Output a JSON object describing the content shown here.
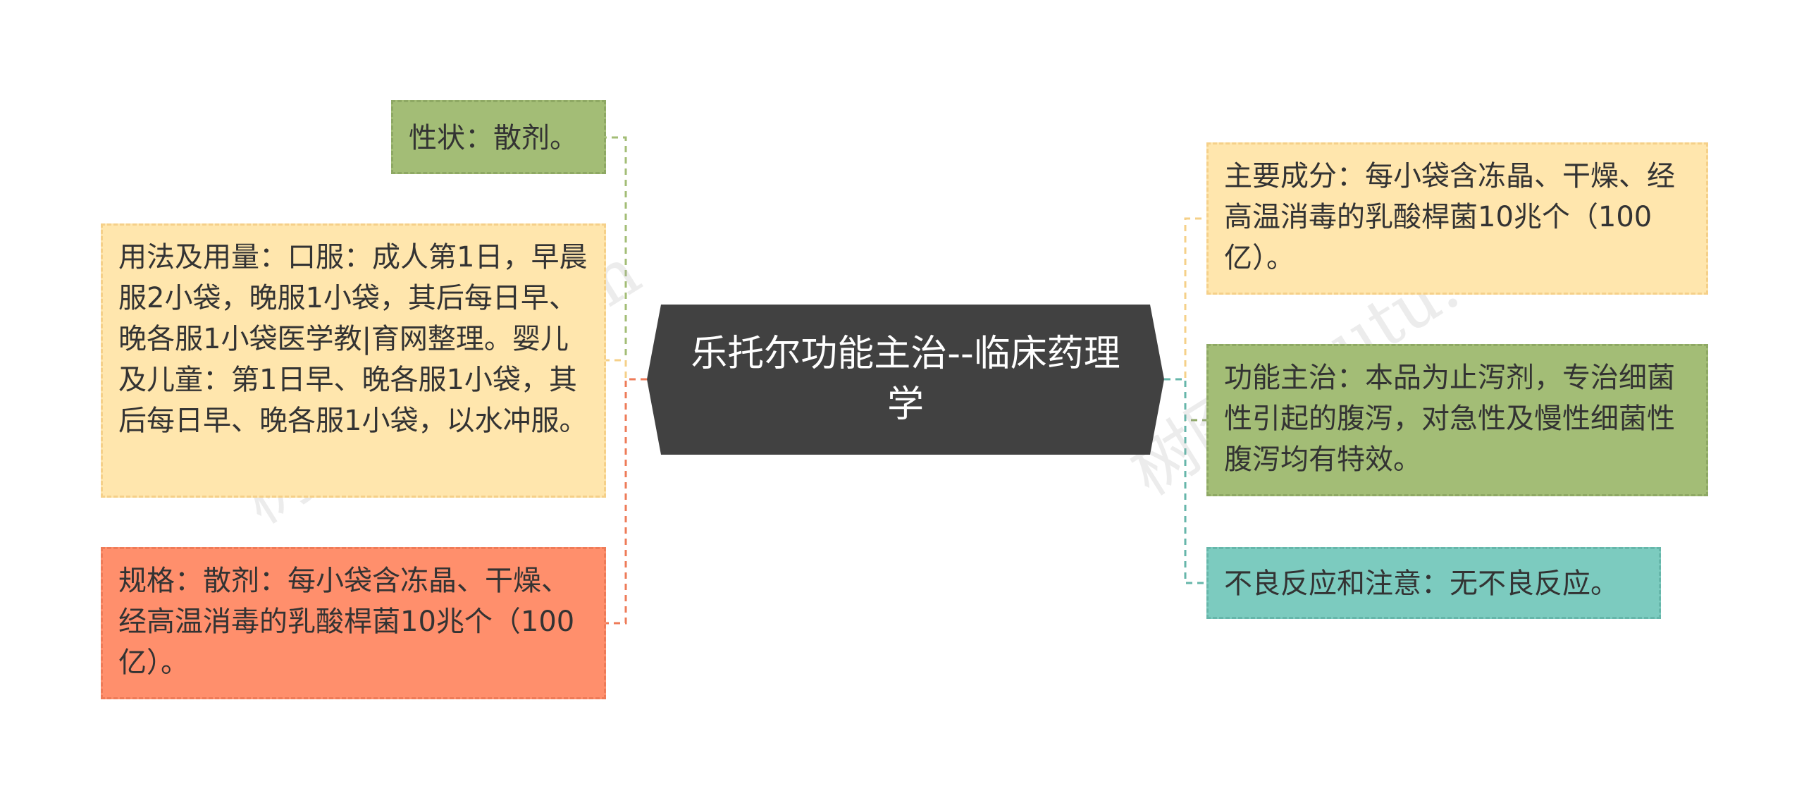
{
  "central": {
    "title": "乐托尔功能主治--临床药理学"
  },
  "left_nodes": {
    "xingzhuang": "性状：散剂。",
    "yongfa": "用法及用量：口服：成人第1日，早晨服2小袋，晚服1小袋，其后每日早、晚各服1小袋医学教|育网整理。婴儿及儿童：第1日早、晚各服1小袋，其后每日早、晚各服1小袋，以水冲服。",
    "guige": "规格：散剂：每小袋含冻晶、干燥、经高温消毒的乳酸桿菌10兆个（100亿）。"
  },
  "right_nodes": {
    "zhuyao": "主要成分：每小袋含冻晶、干燥、经高温消毒的乳酸桿菌10兆个（100亿）。",
    "gongneng": "功能主治：本品为止泻剂，专治细菌性引起的腹泻，对急性及慢性细菌性腹泻均有特效。",
    "buliang": "不良反应和注意：无不良反应。"
  },
  "watermarks": {
    "left": "树图 shutu.cn",
    "right": "树图 shutu.cn"
  },
  "colors": {
    "central_bg": "#414141",
    "yellow": "#ffe6ad",
    "green": "#a3bd76",
    "orange": "#ff8f6c",
    "teal": "#7ccbbf"
  }
}
